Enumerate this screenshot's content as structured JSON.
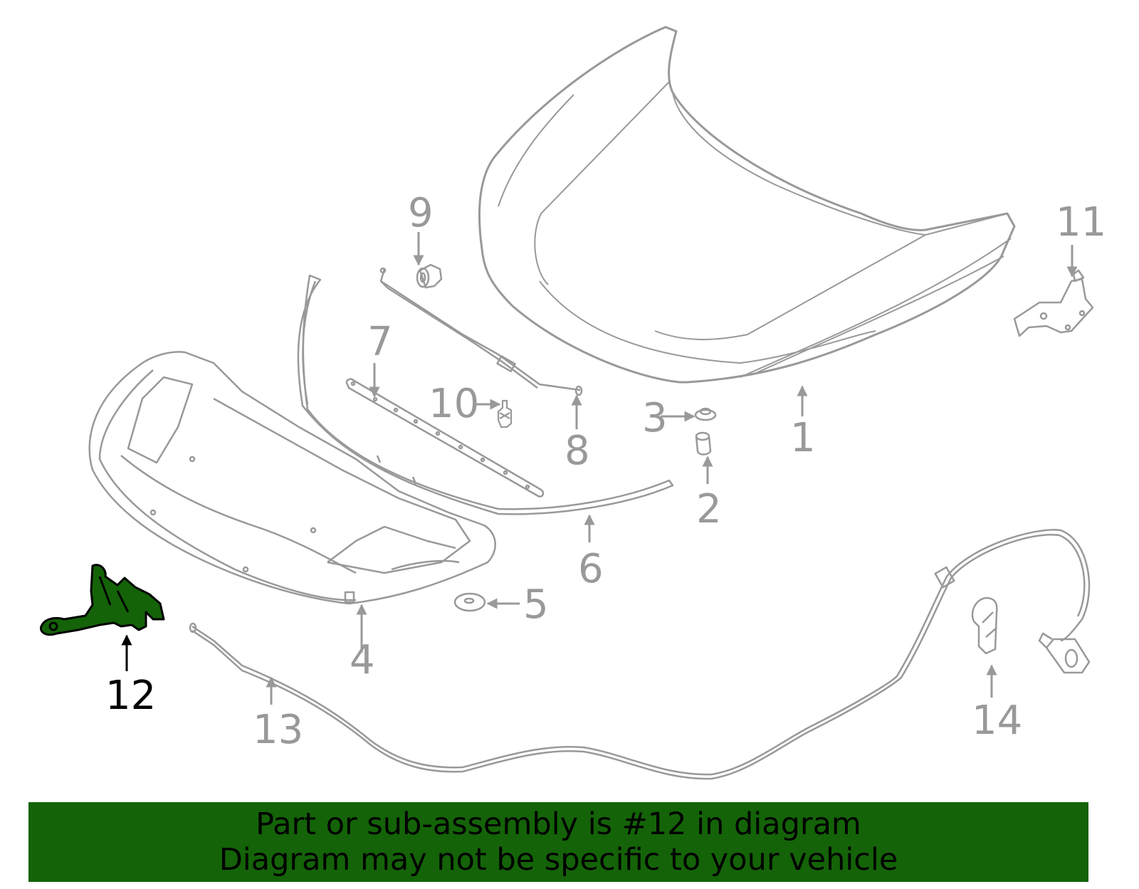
{
  "diagram": {
    "title": "Hood components exploded diagram",
    "line_color": "#999999",
    "highlight_color": "#146308",
    "highlight_outline": "#000000",
    "highlighted_part": "12",
    "parts": [
      {
        "number": "1",
        "label": "1",
        "depicts": "hood panel"
      },
      {
        "number": "2",
        "label": "2",
        "depicts": "bumper cushion"
      },
      {
        "number": "3",
        "label": "3",
        "depicts": "grommet"
      },
      {
        "number": "4",
        "label": "4",
        "depicts": "hood insulator"
      },
      {
        "number": "5",
        "label": "5",
        "depicts": "washer"
      },
      {
        "number": "6",
        "label": "6",
        "depicts": "front weatherstrip seal"
      },
      {
        "number": "7",
        "label": "7",
        "depicts": "seal strip"
      },
      {
        "number": "8",
        "label": "8",
        "depicts": "support rod"
      },
      {
        "number": "9",
        "label": "9",
        "depicts": "rod clip"
      },
      {
        "number": "10",
        "label": "10",
        "depicts": "clip"
      },
      {
        "number": "11",
        "label": "11",
        "depicts": "hinge"
      },
      {
        "number": "12",
        "label": "12",
        "depicts": "hood latch",
        "highlighted": true
      },
      {
        "number": "13",
        "label": "13",
        "depicts": "release cable"
      },
      {
        "number": "14",
        "label": "14",
        "depicts": "release handle"
      }
    ]
  },
  "banner": {
    "line1": "Part or sub-assembly is #12 in diagram",
    "line2": "Diagram may not be specific to your vehicle",
    "background": "#146308"
  }
}
